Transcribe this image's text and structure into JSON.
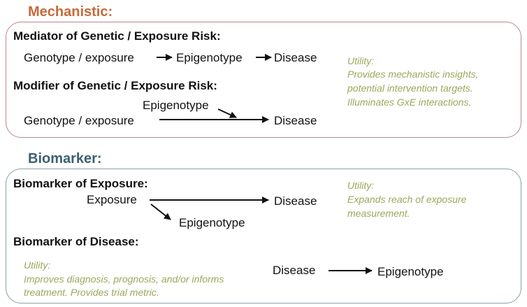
{
  "colors": {
    "mechanistic_title": "#c8693a",
    "mechanistic_border": "#b88a8c",
    "biomarker_title": "#3d5f72",
    "biomarker_border": "#8aa0a8",
    "utility_text": "#9aa85a",
    "arrow": "#111111"
  },
  "mechanistic": {
    "title": "Mechanistic:",
    "mediator": {
      "heading": "Mediator of Genetic / Exposure Risk:",
      "genotype": "Genotype / exposure",
      "epigenotype": "Epigenotype",
      "disease": "Disease"
    },
    "modifier": {
      "heading": "Modifier of Genetic / Exposure Risk:",
      "epigenotype": "Epigenotype",
      "genotype": "Genotype / exposure",
      "disease": "Disease"
    },
    "utility": {
      "label": "Utility:",
      "line1": "Provides mechanistic insights,",
      "line2": "potential intervention targets.",
      "line3": "Illuminates GxE interactions."
    }
  },
  "biomarker": {
    "title": "Biomarker:",
    "exposure": {
      "heading": "Biomarker of Exposure:",
      "exposure": "Exposure",
      "disease": "Disease",
      "epigenotype": "Epigenotype",
      "utility": {
        "label": "Utility:",
        "line1": "Expands reach of exposure",
        "line2": "measurement."
      }
    },
    "disease": {
      "heading": "Biomarker of Disease:",
      "disease": "Disease",
      "epigenotype": "Epigenotype",
      "utility": {
        "label": "Utility:",
        "line1": "Improves diagnosis, prognosis, and/or informs",
        "line2": "treatment. Provides trial metric."
      }
    }
  }
}
